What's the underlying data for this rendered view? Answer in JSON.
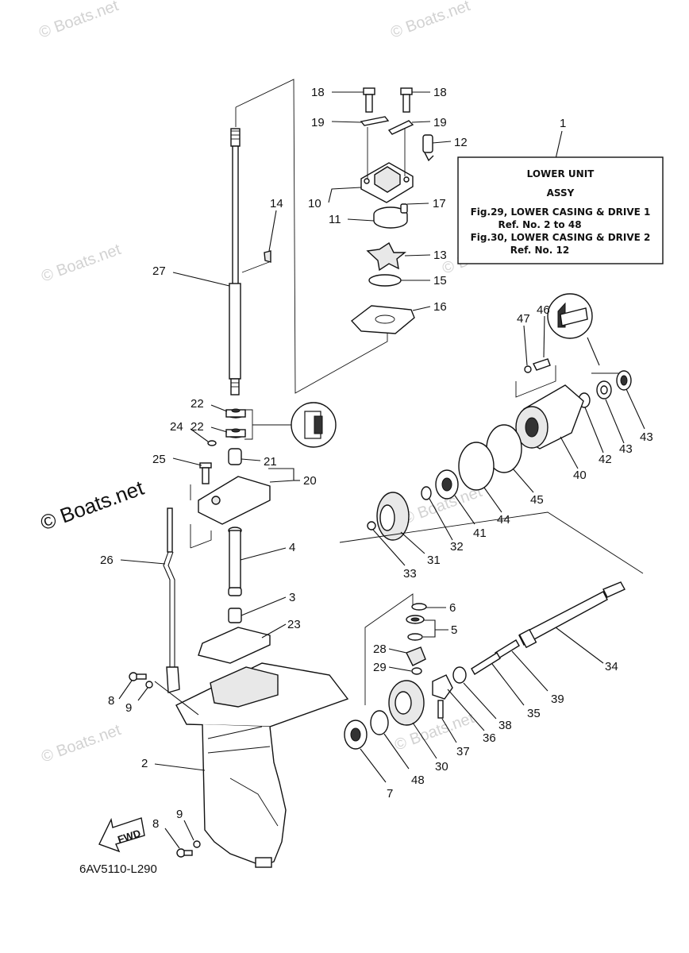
{
  "diagram": {
    "code": "6AV5110-L290",
    "fwd_label": "FWD",
    "info_box": {
      "number": "1",
      "lines": [
        "LOWER UNIT",
        "ASSY",
        "Fig.29, LOWER CASING & DRIVE 1",
        "Ref. No. 2 to 48",
        "Fig.30, LOWER CASING & DRIVE 2",
        "Ref. No. 12"
      ]
    },
    "callouts": [
      "18",
      "18",
      "19",
      "19",
      "12",
      "10",
      "11",
      "17",
      "14",
      "13",
      "15",
      "16",
      "27",
      "46",
      "47",
      "22",
      "22",
      "24",
      "21",
      "25",
      "20",
      "43",
      "43",
      "42",
      "40",
      "45",
      "44",
      "41",
      "32",
      "31",
      "33",
      "26",
      "4",
      "3",
      "23",
      "6",
      "5",
      "28",
      "29",
      "34",
      "39",
      "35",
      "38",
      "36",
      "37",
      "8",
      "9",
      "30",
      "48",
      "7",
      "2",
      "8",
      "9"
    ],
    "watermarks": [
      "© Boats.net",
      "© Boats.net",
      "© Boats.net",
      "© Boats.net",
      "© Boats.net",
      "© Boats.net",
      "© Boats.net",
      "© Boats.net"
    ]
  }
}
